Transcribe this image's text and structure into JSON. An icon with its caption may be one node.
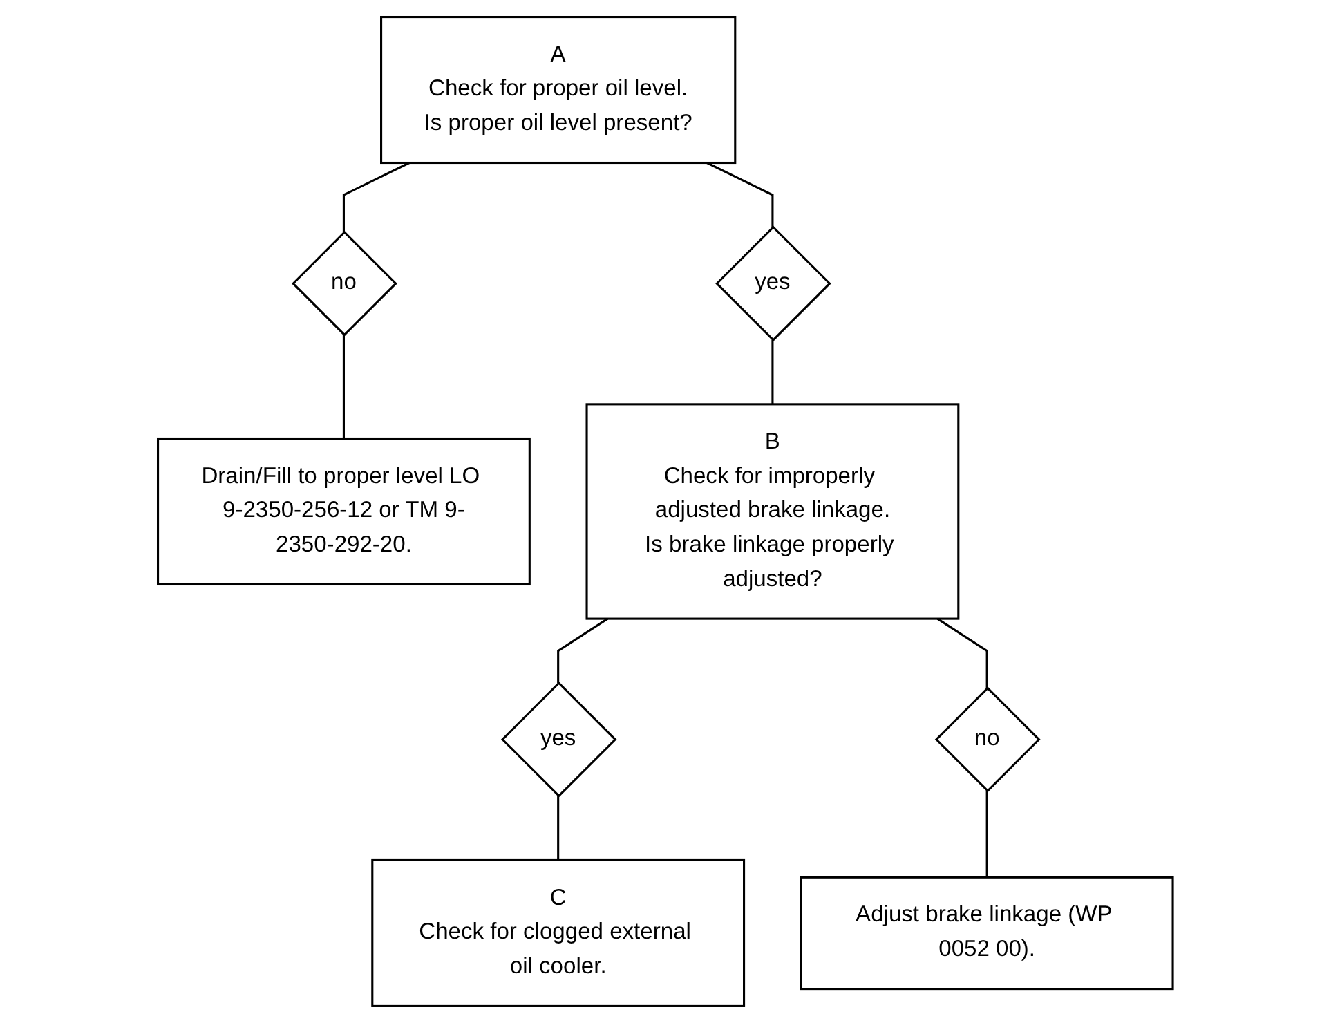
{
  "diagram": {
    "nodes": [
      {
        "text": [
          "A",
          "Check for proper oil level.",
          "Is proper oil level present?"
        ]
      },
      {
        "text": [
          "yes"
        ]
      },
      {
        "text": [
          "no"
        ]
      },
      {
        "text": [
          "Drain/Fill to proper level LO 9-2350-256-12 or TM 9-2350-292-20."
        ]
      },
      {
        "text": [
          "B",
          "Check for improperly adjusted brake linkage.",
          "Is brake linkage properly adjusted?"
        ]
      },
      {
        "text": [
          "yes"
        ]
      },
      {
        "text": [
          "no"
        ]
      },
      {
        "text": [
          "C",
          "Check for clogged external oil cooler."
        ]
      },
      {
        "text": [
          "Adjust brake linkage (WP 0052 00)."
        ]
      }
    ],
    "edges": [
      {
        "from": 0,
        "to": 1,
        "arrow": "none"
      },
      {
        "from": 0,
        "to": 2,
        "arrow": "none"
      },
      {
        "from": 1,
        "to": 4,
        "arrow": "none"
      },
      {
        "from": 2,
        "to": 3,
        "arrow": "none"
      },
      {
        "from": 4,
        "to": 5,
        "arrow": "none"
      },
      {
        "from": 4,
        "to": 6,
        "arrow": "none"
      },
      {
        "from": 5,
        "to": 7,
        "arrow": "none"
      },
      {
        "from": 6,
        "to": 8,
        "arrow": "none"
      }
    ]
  }
}
